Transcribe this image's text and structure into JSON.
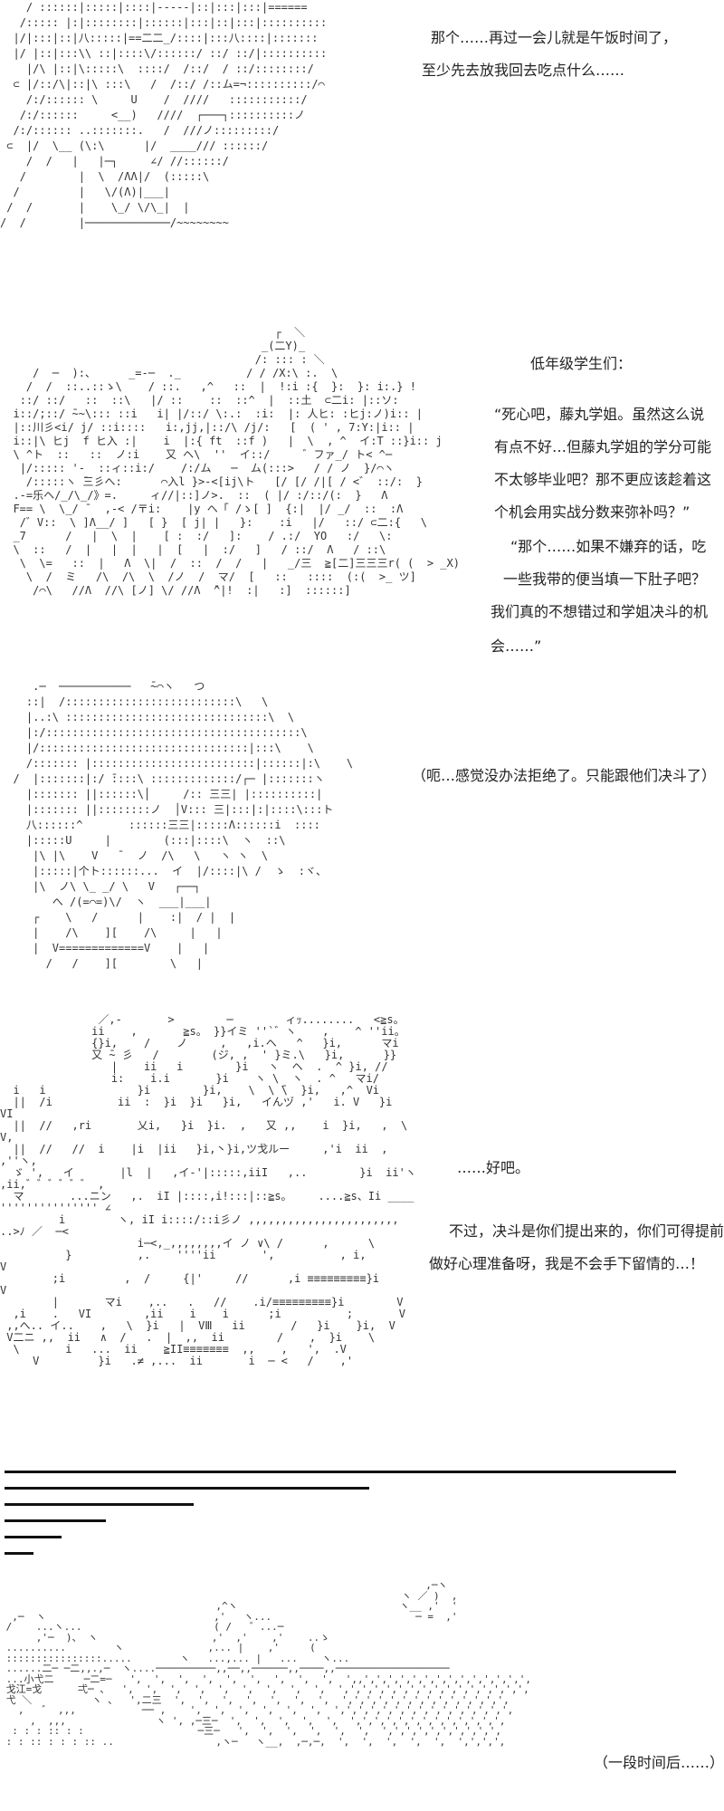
{
  "panel1": {
    "lines": [
      "那个……再过一会儿就是午饭时间了，",
      "至少先去放我回去吃点什么……"
    ],
    "art": [
      "    / ::::::|:::::|::::|-----|::|:::|:::|======",
      "   /::::: |:|::::::::|::::::|:::|::|:::|::::::::::",
      "  |/|:::|::|八:::::|==二二_/::::|:::八::::|:::::::",
      "  |/ |::|:::\\\\ ::|::::\\/::::::/ ::/ ::/|::::::::::",
      "    |/\\ |::|\\:::::\\  ::::/  /::/  / ::/::::::::/",
      "  ⊂ |/::/\\|::|\\ :::\\   /  /::/ /::ム=¬::::::::::/⌒",
      "    /:/:::::: \\     U    /  ////   :::::::::::/",
      "   /:/::::::     <__)   ////  ┌───┐::::::::::ノ",
      "  /:/:::::: ..:::::::.   /  ///ノ:::::::::/",
      " ⊂  |/  \\__ (\\:\\      |/  ____/// ::::::/",
      "    /  /   |   |─┐     ∠/ //::::::/",
      "   /        |  \\  /ΛΛ|/  (:::::\\",
      "  /         |   \\/(Λ)|___|",
      " /  /       |    \\_/ \\/\\_|  |",
      "/  /        |─────────────/~~~~~~~~"
    ]
  },
  "panel2": {
    "heading": "低年级学生们：",
    "lines": [
      "“死心吧，藤丸学姐。虽然这么说",
      "有点不好…但藤丸学姐的学分可能",
      "不太够毕业吧？那不更应该趁着这",
      "个机会用实战分数来弥补吗？”",
      "“那个……如果不嫌弃的话，吃",
      "一些我带的便当填一下肚子吧？",
      "我们真的不想错过和学姐决斗的机",
      "会……”"
    ],
    "art": [
      "                                          ┌  ＼",
      "                                        _(二Y)_",
      "                                       /: ::: : ＼",
      "     /  ─  ):、     _=-─  ._          / / /X:\\ :.  \\",
      "    /  /  ::..::ゝ\\    / ::.   ,^   ::  |  !:i :{  }:  }: i:.} !",
      "   ::/ ::/   ::  ::\\   |/ ::    ::  ::^  |  ::土  ⊂二i: |::ソ:",
      "  i::/;::/ ̄~~\\::: ::i   i| |/::/ \\:.:  :i:  |: 人ヒ: :ヒj:ノ)i:: |",
      "  |::川彡<i/ j/ ::i::::   i:,jj,|::/\\ /j/:   [  ( ' , 7:Y:|i:: |",
      "  i::|\\ ヒj  f ヒ入 :|    i  |:{ ft  ::f )   |  \\  , ^  イ:T ::}i:: j",
      "  \\ ^ト  ::   ::  ノ:i    又 ヘ\\  ''  イ::/     ゛ファ_/ ト< ^─",
      "   |/::::: '-  ::ィ::i:/    /:/ム   ─  ム(:::>   / / ノ  }/⌒ヽ",
      "    /:::::ヽ ̄三彡へ:      ⌒入l }>-<[ij\\ト   [/ [/ /|[ / <゛ ::/:  }",
      "  .-=乐ヘ/_/\\_/》=.     ィ//|::]ノ>.  ::  ( |/ :/::/(:  }   Λ",
      "  F== \\  \\_/ ̄   ,-< /〒i:    |y ヘ「 /ゝ[ ]  {:|  |/ _/  ::  :Λ",
      "   /゛V::  \\ ]Λ__/ ]   [ }  [ j| |   }:    :i   |/   ::/ ⊂二:{   \\",
      "  _7      /   |  \\  |    [ :  :/   ]:    / .:/  YO   :/   \\:",
      "  \\  ::   /  |   |  |   |  [   |  :/   ]   / ::/  Λ   / ::\\ ",
      "   \\  \\=   ::  |   Λ  \\|  /  ::  /  /   |   _/三  ≧[二]三三三r( (  > _X)",
      "    \\  /  ミ   /\\  /\\  \\  /ノ  /  マ/  [   ::   ::::  (:(  >_ ツ]",
      "     /⌒\\   //Λ  //\\ [ノ] \\/ //Λ  ̄^|!  :|   :]  ::::::]"
    ]
  },
  "panel3": {
    "lines": [
      "（呃…感觉没办法拒绝了。只能跟他们决斗了）"
    ],
    "art": [
      "     .─  ───────────   ̄~⌒ヽ   つ",
      "    ::|  /::::::::::::::::::::::::::\\   \\",
      "    |..:\\ :::::::::::::::::::::::::::::::\\  \\",
      "    |:/:::::::::::::::::::::::::::::::::::::::\\ ",
      "    |/::::::::::::::::::::::::::::::::|:::\\    \\",
      "    /::::::: |:::::::::::::::::::::::::|::::::|:\\    \\",
      "  /  |:::::::|:/ ̄::::\\ :::::::::::::/┌─ |:::::::ヽ",
      "    |::::::: ||::::::\\│     /:: 三三| |::::::::::|",
      "    |::::::: ||::::::::ノ  │V::: 三|:::|:|::::\\:::ト",
      "    八::::::^       ::::::三三|:::::Λ::::::i  ::::",
      "    |:::::U     |        (:::|::::\\  ヽ  ::\\",
      "     |\\ |\\    V   ̄   ノ  /\\   \\   ヽ ヽ  \\",
      "     |:::::|个ト::::::...  イ  |/::::|\\ /  ゝ  :ヾ、",
      "     |\\  ノ\\ \\_ _/ \\   V   ┌──┐",
      "        へ /(=⌒=)\\/  ヽ  ___|___|",
      "     ┌    \\   /      |    :|  / |  |",
      "     |    /\\    ][    /\\     |   |",
      "     |  V=============V    |   |",
      "       /   /    ][        \\   |"
    ]
  },
  "panel4": {
    "lines": [
      "……好吧。",
      "不过，决斗是你们提出来的，你们可得提前",
      "做好心理准备呀，我是不会手下留情的…！"
    ],
    "art": [
      "               ／,-       >        ─        ィｯ........   <≧s。",
      "              ii    ,       ≧s。 }}イミ ''`゛ヽ    ,    ^ ''ii。",
      "              {}i,    /    ノ     ,   ,i.ヘ   ^   }i,      マi",
      "              又 ̄~ 彡   /        (ジ, ,  ' }ミ.\\   }i,      }}",
      "                 |    ii   i        }i   ヽ  ヘ  .  ^ }i, //",
      "                 i:    i.i       }i    ヽ \\  ヽ  . ^   マi/",
      "  i   i              }i        }i,    \\  \\ ̄\\  }i,   ,^  Vi",
      "  ||  /i          ii  :  }i  }i   }i,   イんヅ ,'   i. V   }i   VI",
      "  ||  //   ,ri       乂i,   }i  }i.  ,   又 ,,    i  }i,   ,  \\ V,",
      "  ||  //   //  i    |i  |ii   }i,丶}i,ツ戈ルー     ,'i  ii  ,  ,''ヽ,",
      "  ゞ ',   イ       |l  |   ,イ-'|:::::,iiI   ,..        }i  ii'ヽ  ,ii,゛゛゛゛゛゛ ,",
      "  マ       ...ニン   ,.  iI |::::,i!:::|::≧s。    ....≧s、Ii ____   ''''''''''''''' ∠",
      "         i        ヽ, iI i::::/::i彡ノ ,,,,,,,,,,,,,,,,,,,,,,, ..>ﾉ ／  ─<",
      "                     i─<,_,,,,,,,,イ ノ ∨\\ /      ,      \\",
      "          }          ,.    ''''ii       ',          , i,       V",
      "        ;i         ,  /     {|'     //      ,i ≡≡≡≡≡≡≡≡≡}i     V",
      "        |       マi    ,..   .   //    .i/≡≡≡≡≡≡≡≡≡}i        V",
      "  ,i    .   VI        ,ii    i    i      ;i          ;       V",
      " ,,へ.. イ..    ,   \\  }i   |  VⅢ   ii       /   }i    }i,  V",
      " V二ニ ,,  ii   ∧  /   .  |  ,,  ii        /    ,  }i    \\",
      "  \\       i   ...  ii    ≧II≡≡≡≡≡≡≡  ,,    ,   ',  .V",
      "     V         }i   .≠ ,...  ii       i  ─ <   /    ,'"
    ]
  },
  "divider_count": 6,
  "panel5": {
    "lines": [
      "（一段时间后……）"
    ],
    "art": [
      "                                                                       ,─ヽ",
      "                                                                   ヽ ／ )  ,",
      "                                    ,^ヽ                           ヽ__ ,'  '",
      "  ,─  ヽ                            ,'   ヽ...                        ─ =  ,'",
      " /    ...ヽ...                      ( /   ゛...─        ",
      "      ,'─  )、 ヽ                   ,'  ,'    ,'    ..ゝ",
      " ..........        ヽ              ,... |    ,'     (",
      " ::::::::::::::::.....        ヽ   ...,... |   ...    ヽ...",
      " ......二─ ─二,,.,─  ヽ....──────────,,──,,──────,,────,,───────────────────",
      " ...小弋二     ─二=─   ',  ',  ',  ',  ',  ',  ',  ',  ',  ',,',',',',',',',',',',',',',',",
      " 戈江=戈      弌─ 、  ',  ',  ',  ',  ',  ',  ',  ',  ',  ',',',',',',',',',',',',',',',',",
      " 弋 ＼          ヽ 、  ',二三  ',  ',  ',  ',  ',  ',  ',  ',',',',',',',',',',',',',',",
      "   ,   ゛ ,,,           ── ,    ',  ',  ',  ',  ',  ',  ',',',',',',',',',',',',',',',",
      "     ,  ,,,               ヽ ', ,─三─  ',  ',  ',  ',  ',  ',',',',',',',',',',',',',",
      "  : : : :: : :                   ─三─   ',  ',  ',  ',  ',  ',  ',',',',',',',',',',",
      " : : :: : : : :: ..                 ,ヽ─   ヽ__,  ,─,─,  ',  ',  ',  ',  ',  ',',',',"
    ]
  }
}
